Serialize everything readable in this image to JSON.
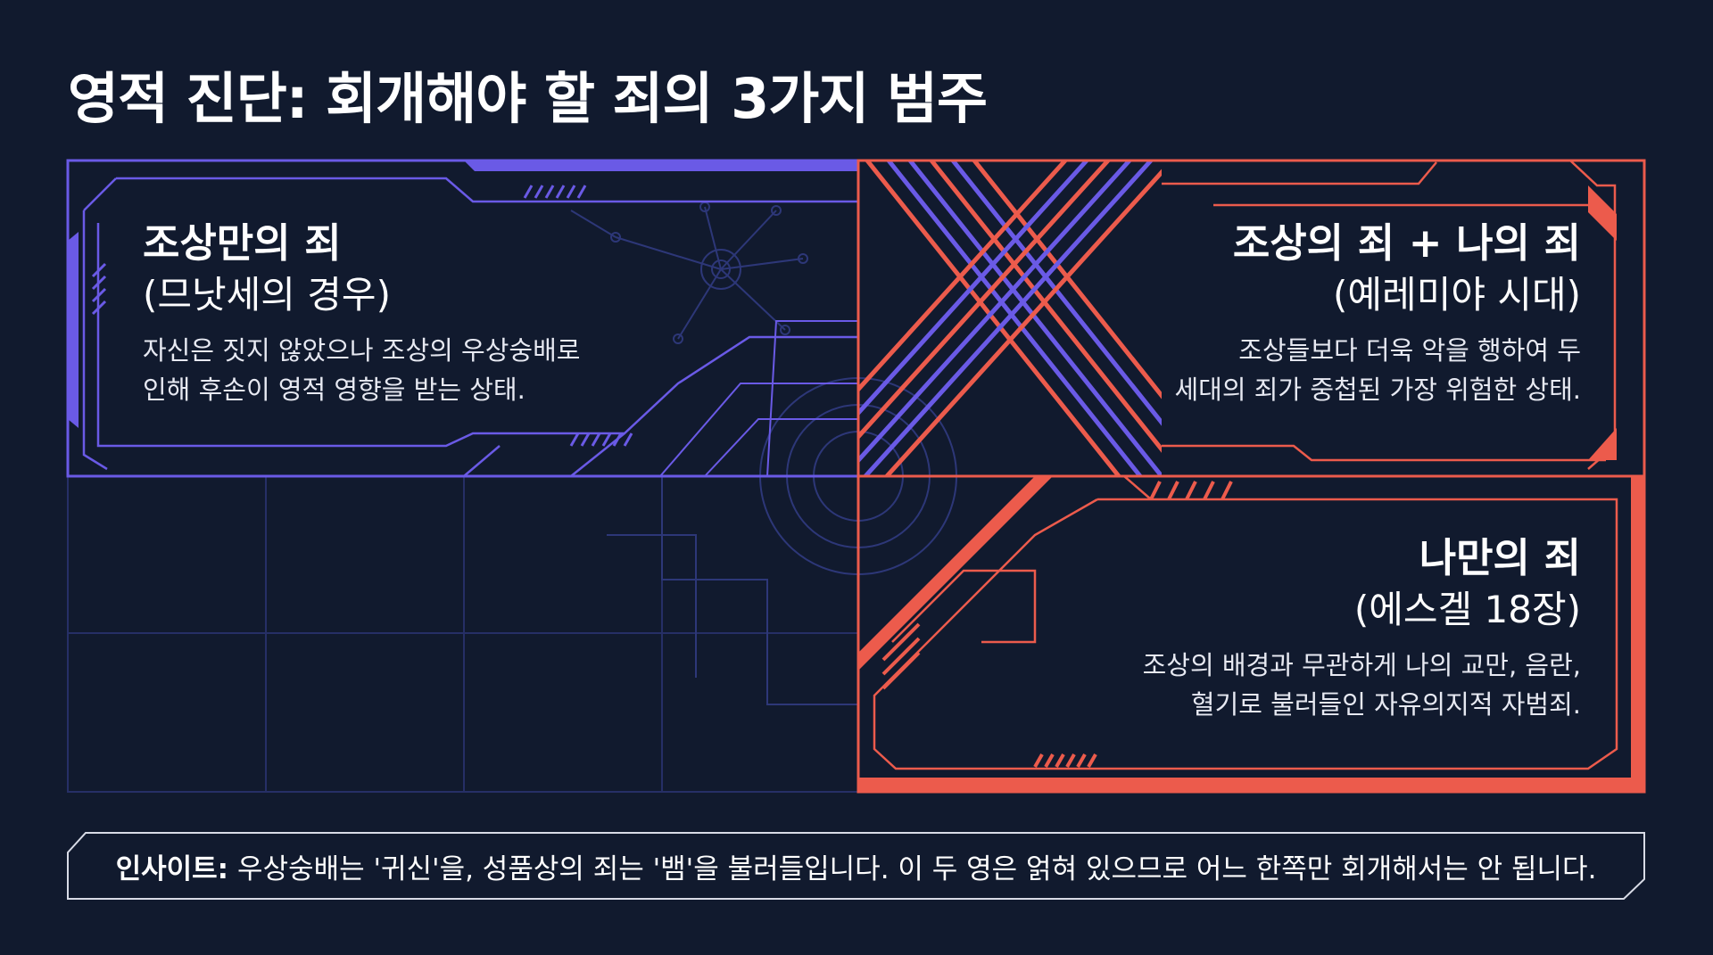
{
  "title": "영적 진단: 회개해야 할 죄의 3가지 범주",
  "colors": {
    "background": "#111a2e",
    "purple": "#6a5ae6",
    "coral": "#ec5b4c",
    "grid": "#262f66"
  },
  "categories": [
    {
      "heading": "조상만의 죄",
      "subheading": "(므낫세의 경우)",
      "desc_lines": [
        "자신은 짓지 않았으나 조상의 우상숭배로",
        "인해 후손이 영적 영향을 받는 상태."
      ]
    },
    {
      "heading": "조상의 죄 + 나의 죄",
      "subheading": "(예레미야 시대)",
      "desc_lines": [
        "조상들보다 더욱 악을 행하여 두",
        "세대의 죄가 중첩된 가장 위험한 상태."
      ]
    },
    {
      "heading": "나만의 죄",
      "subheading": "(에스겔 18장)",
      "desc_lines": [
        "조상의 배경과 무관하게 나의 교만, 음란,",
        "혈기로 불러들인 자유의지적 자범죄."
      ]
    }
  ],
  "insight": {
    "label": "인사이트:",
    "text": "우상숭배는 '귀신'을, 성품상의 죄는 '뱀'을 불러들입니다. 이 두 영은 얽혀 있으므로 어느 한쪽만 회개해서는 안 됩니다."
  }
}
